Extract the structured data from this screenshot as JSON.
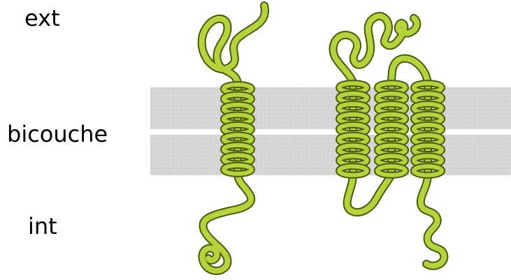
{
  "labels": {
    "exterior": "ext",
    "bilayer": "bicouche",
    "interior": "int"
  },
  "colors": {
    "protein_outline": "#4a5a0a",
    "protein_fill": "#b5d33a",
    "membrane": "#d4d4d4",
    "background": "#ffffff"
  }
}
